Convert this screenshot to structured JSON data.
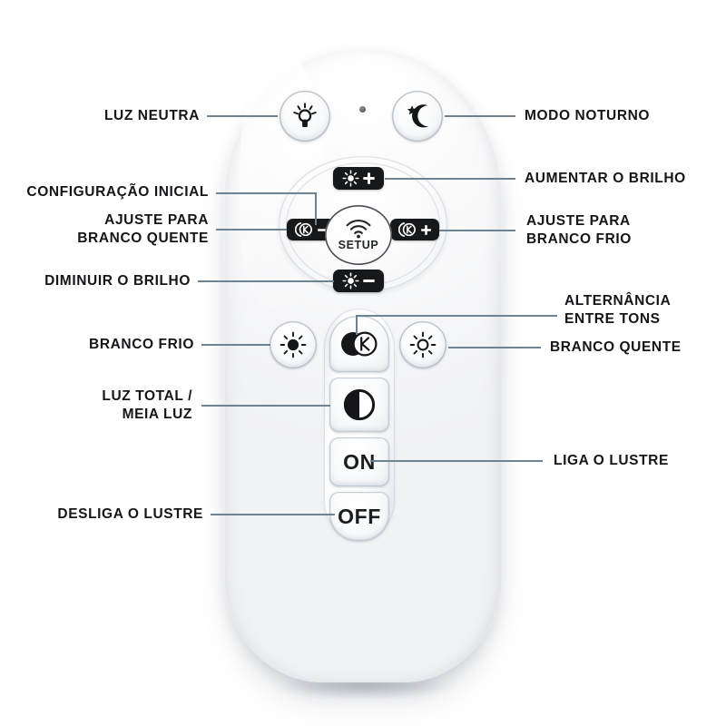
{
  "page": {
    "title": "Controle remoto do lustre - legenda dos botoes",
    "background_color": "#ffffff",
    "leader_line_color": "#6d8391",
    "label_color": "#15151a"
  },
  "remote": {
    "body_color": "#ffffff",
    "ir_indicator": "ir-led-dot",
    "setup_label": "SETUP",
    "on_label": "ON",
    "off_label": "OFF",
    "kelvin_label": "K"
  },
  "callouts": {
    "left": [
      {
        "id": "luz-neutra",
        "label": "LUZ NEUTRA",
        "target": "neutral-light-button"
      },
      {
        "id": "configuracao-inicial",
        "label": "CONFIGURAÇÃO INICIAL",
        "target": "setup-button"
      },
      {
        "id": "ajuste-branco-quente",
        "label": "AJUSTE PARA\nBRANCO QUENTE",
        "target": "cct-minus-button"
      },
      {
        "id": "diminuir-brilho",
        "label": "DIMINUIR O BRILHO",
        "target": "brightness-minus-button"
      },
      {
        "id": "branco-frio",
        "label": "BRANCO FRIO",
        "target": "cool-white-button"
      },
      {
        "id": "luz-total-meia-luz",
        "label": "LUZ TOTAL /\nMEIA LUZ",
        "target": "half-full-light-button"
      },
      {
        "id": "desliga-o-lustre",
        "label": "DESLIGA O LUSTRE",
        "target": "off-button"
      }
    ],
    "right": [
      {
        "id": "modo-noturno",
        "label": "MODO NOTURNO",
        "target": "night-mode-button"
      },
      {
        "id": "aumentar-brilho",
        "label": "AUMENTAR O BRILHO",
        "target": "brightness-plus-button"
      },
      {
        "id": "ajuste-branco-frio",
        "label": "AJUSTE PARA\nBRANCO FRIO",
        "target": "cct-plus-button"
      },
      {
        "id": "alternancia-entre-tons",
        "label": "ALTERNÂNCIA\nENTRE TONS",
        "target": "kelvin-toggle-button"
      },
      {
        "id": "branco-quente",
        "label": "BRANCO QUENTE",
        "target": "warm-white-button"
      },
      {
        "id": "liga-o-lustre",
        "label": "LIGA O LUSTRE",
        "target": "on-button"
      }
    ]
  }
}
